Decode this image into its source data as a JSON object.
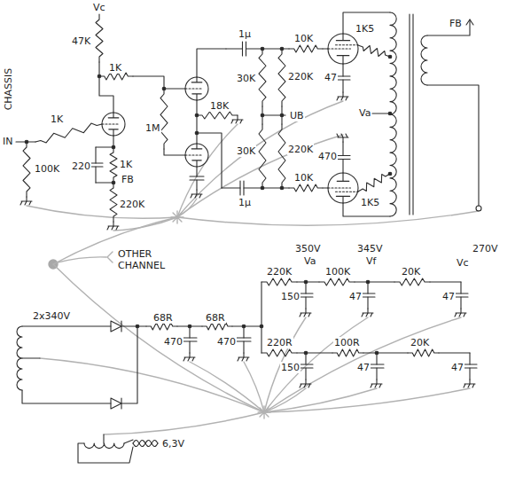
{
  "diagram": {
    "labels": [
      "Vc",
      "47K",
      "1K",
      "IN",
      "1K",
      "100K",
      "220",
      "1K",
      "FB",
      "220K",
      "1M",
      "18K",
      "1µ",
      "30K",
      "30K",
      "UB",
      "220K",
      "220K",
      "1µ",
      "10K",
      "1K5",
      "47",
      "Va",
      "470",
      "10K",
      "1K5",
      "FB",
      "CHASSIS",
      "OTHER CHANNEL",
      "350V",
      "Va",
      "345V",
      "Vf",
      "270V",
      "Vc",
      "220K",
      "100K",
      "20K",
      "150",
      "47",
      "47",
      "2x340V",
      "68R",
      "68R",
      "470",
      "470",
      "220R",
      "100R",
      "20K",
      "150",
      "47",
      "47",
      "6,3V"
    ]
  }
}
